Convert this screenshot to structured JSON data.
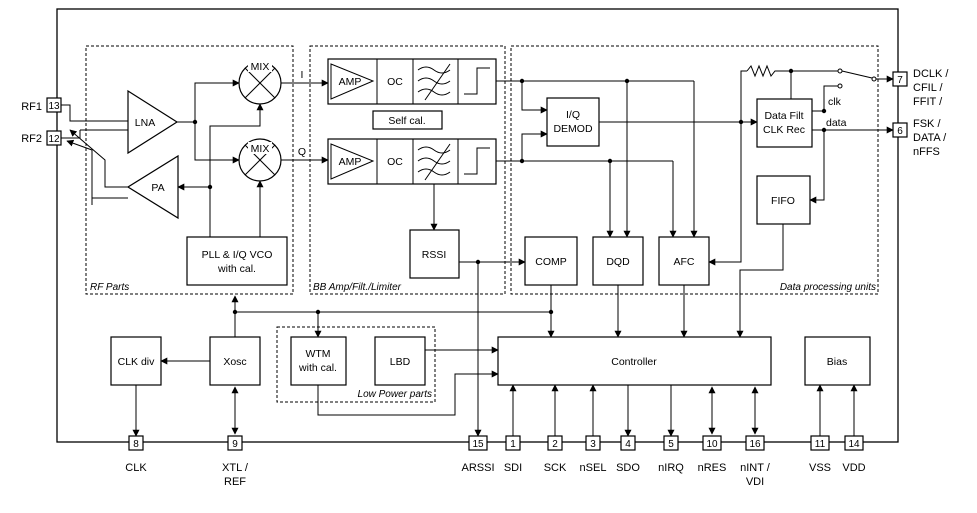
{
  "groups": {
    "rf": "RF Parts",
    "bb": "BB Amp/Filt./Limiter",
    "dp": "Data processing units",
    "lp": "Low Power parts"
  },
  "blocks": {
    "lna": "LNA",
    "pa": "PA",
    "mix": "MIX",
    "pll_line1": "PLL & I/Q VCO",
    "pll_line2": "with cal.",
    "amp": "AMP",
    "oc": "OC",
    "selfcal": "Self cal.",
    "rssi": "RSSI",
    "iq_line1": "I/Q",
    "iq_line2": "DEMOD",
    "comp": "COMP",
    "dqd": "DQD",
    "afc": "AFC",
    "datafilt_line1": "Data Filt",
    "datafilt_line2": "CLK Rec",
    "fifo": "FIFO",
    "clkdiv": "CLK div",
    "xosc": "Xosc",
    "wtm_line1": "WTM",
    "wtm_line2": "with cal.",
    "lbd": "LBD",
    "controller": "Controller",
    "bias": "Bias"
  },
  "signals": {
    "i": "I",
    "q": "Q",
    "clk": "clk",
    "data": "data"
  },
  "pins": {
    "rf1": {
      "num": "13",
      "label": "RF1"
    },
    "rf2": {
      "num": "12",
      "label": "RF2"
    },
    "dclk": {
      "num": "7",
      "label1": "DCLK /",
      "label2": "CFIL /",
      "label3": "FFIT /"
    },
    "fsk": {
      "num": "6",
      "label1": "FSK /",
      "label2": "DATA /",
      "label3": "nFFS"
    },
    "clk": {
      "num": "8",
      "label": "CLK"
    },
    "xtl": {
      "num": "9",
      "label1": "XTL /",
      "label2": "REF"
    },
    "arssi": {
      "num": "15",
      "label": "ARSSI"
    },
    "sdi": {
      "num": "1",
      "label": "SDI"
    },
    "sck": {
      "num": "2",
      "label": "SCK"
    },
    "nsel": {
      "num": "3",
      "label": "nSEL"
    },
    "sdo": {
      "num": "4",
      "label": "SDO"
    },
    "nirq": {
      "num": "5",
      "label": "nIRQ"
    },
    "nres": {
      "num": "10",
      "label": "nRES"
    },
    "nint": {
      "num": "16",
      "label1": "nINT /",
      "label2": "VDI"
    },
    "vss": {
      "num": "11",
      "label": "VSS"
    },
    "vdd": {
      "num": "14",
      "label": "VDD"
    }
  }
}
